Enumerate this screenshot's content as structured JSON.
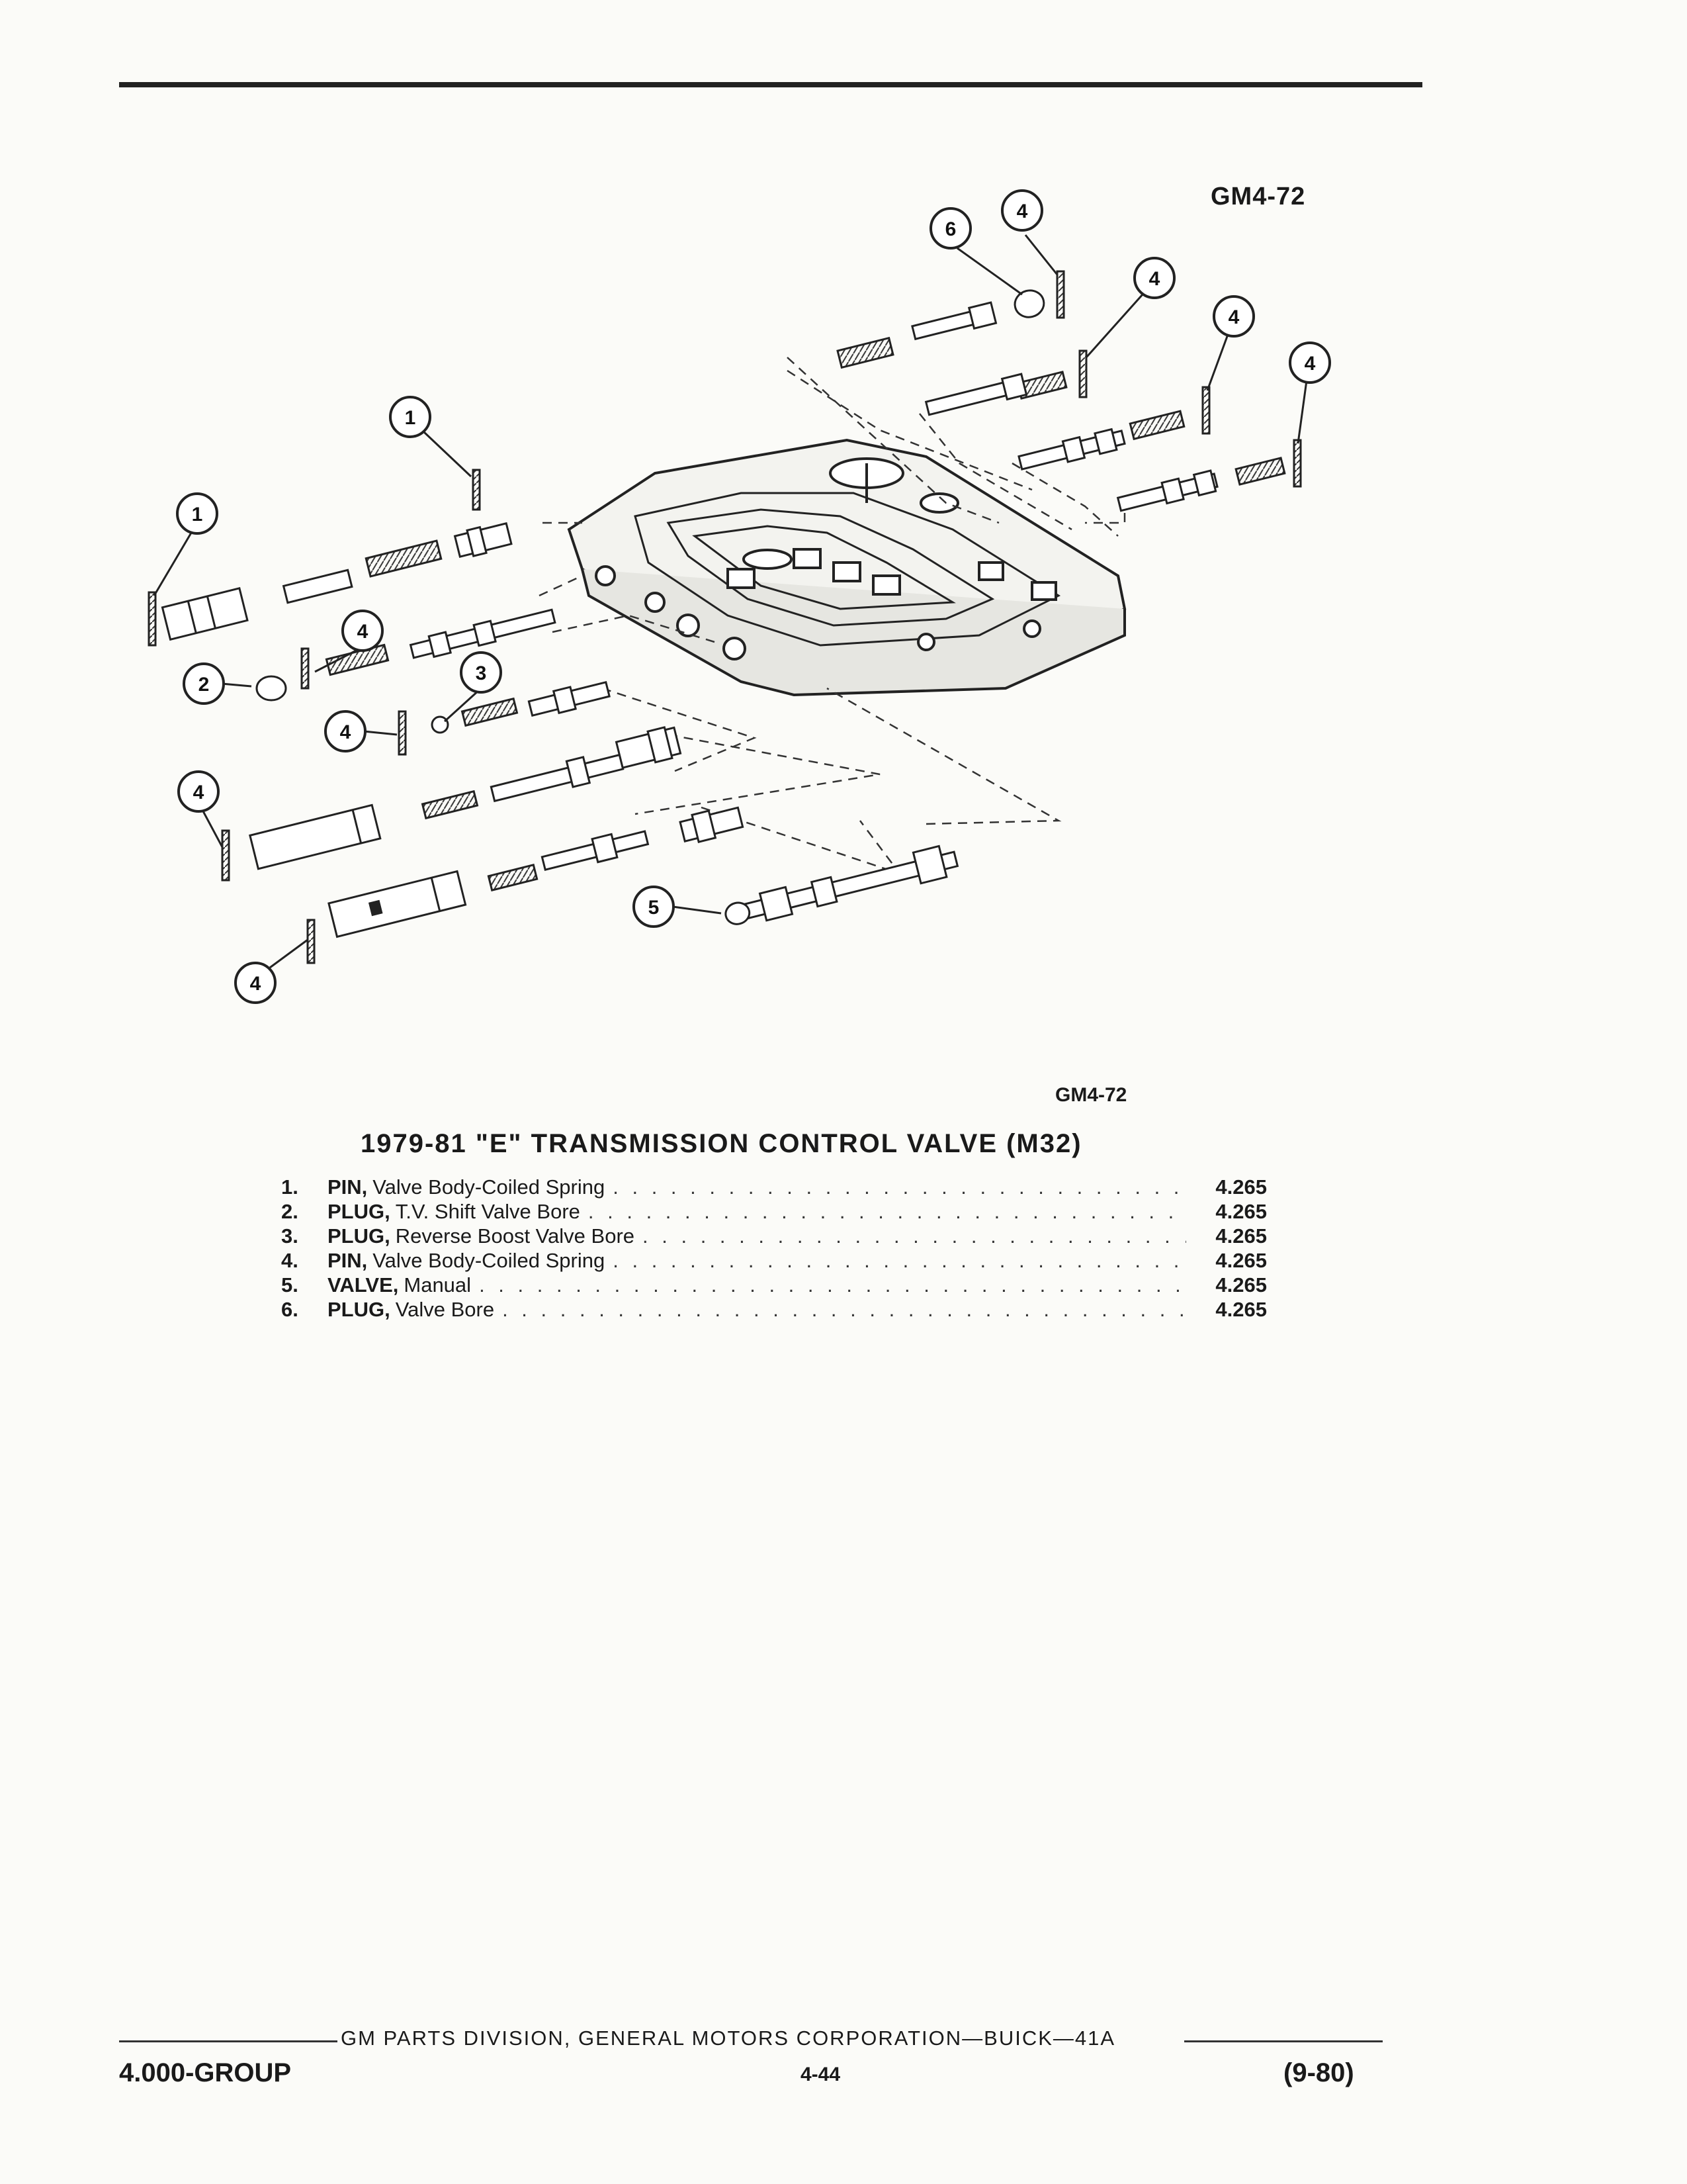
{
  "figure": {
    "id_top": "GM4-72",
    "id_bottom": "GM4-72",
    "callouts": [
      "1",
      "1",
      "2",
      "3",
      "4",
      "4",
      "4",
      "4",
      "4",
      "4",
      "4",
      "4",
      "5",
      "6"
    ]
  },
  "caption": "1979-81 \"E\" TRANSMISSION CONTROL VALVE (M32)",
  "parts": [
    {
      "num": "1.",
      "name": "PIN,",
      "desc": "Valve Body-Coiled Spring",
      "ref": "4.265"
    },
    {
      "num": "2.",
      "name": "PLUG,",
      "desc": "T.V. Shift Valve Bore",
      "ref": "4.265"
    },
    {
      "num": "3.",
      "name": "PLUG,",
      "desc": "Reverse Boost Valve Bore",
      "ref": "4.265"
    },
    {
      "num": "4.",
      "name": "PIN,",
      "desc": "Valve Body-Coiled Spring",
      "ref": "4.265"
    },
    {
      "num": "5.",
      "name": "VALVE,",
      "desc": "Manual",
      "ref": "4.265"
    },
    {
      "num": "6.",
      "name": "PLUG,",
      "desc": "Valve Bore",
      "ref": "4.265"
    }
  ],
  "footer": {
    "center": "GM PARTS DIVISION, GENERAL MOTORS CORPORATION—BUICK—41A",
    "left": "4.000-GROUP",
    "page": "4-44",
    "right": "(9-80)"
  }
}
